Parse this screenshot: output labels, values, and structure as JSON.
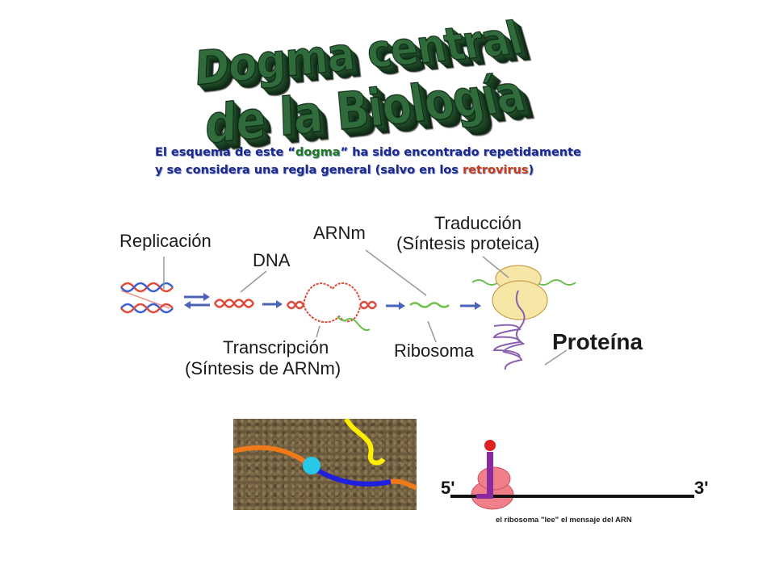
{
  "title": "Dogma central de la Biología",
  "subtitle": {
    "line1_a": "El esquema de este “",
    "line1_hl": "dogma",
    "line1_b": "” ha sido encontrado repetidamente",
    "line2_a": "y se considera una regla general (salvo en los ",
    "line2_hl": "retrovirus",
    "line2_b": ")"
  },
  "diagram": {
    "replicacion": "Replicación",
    "dna": "DNA",
    "arnm": "ARNm",
    "traduccion_1": "Traducción",
    "traduccion_2": "(Síntesis proteica)",
    "transcripcion_1": "Transcripción",
    "transcripcion_2": "(Síntesis de ARNm)",
    "ribosoma": "Ribosoma",
    "proteina": "Proteína"
  },
  "ribosome_panel": {
    "five_prime": "5'",
    "three_prime": "3'",
    "caption": "el ribosoma \"lee\" el mensaje del ARN"
  },
  "colors": {
    "title_green": "#2f6b3b",
    "subtitle_blue": "#1b2a8a",
    "dna_red": "#e04a3a",
    "dna_blue": "#3a5fd0",
    "arrow_blue": "#4a63b8",
    "mrna_green": "#6cbf4a",
    "protein_purple": "#8a5fb0",
    "ribosome_yellow": "#f7e7a6",
    "ribosome_pink": "#f07f8a"
  }
}
